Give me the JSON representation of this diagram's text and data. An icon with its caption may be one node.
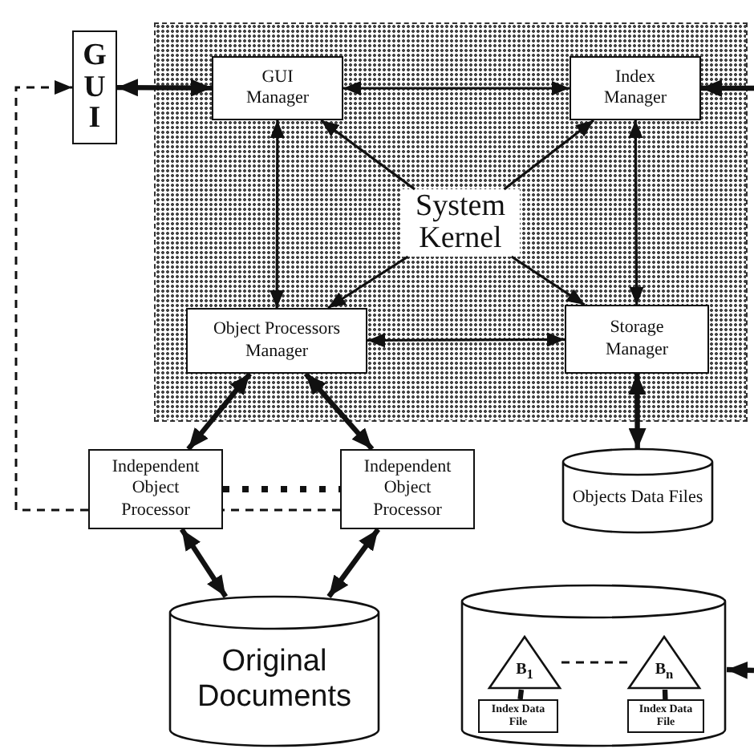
{
  "diagram": {
    "nodes": [
      {
        "text": [],
        "shape": "box"
      },
      {
        "text": [
          "GUI"
        ]
      },
      {
        "text": [
          "GUI Manager"
        ],
        "in": 0
      },
      {
        "text": [
          "Index Manager"
        ],
        "in": 0
      },
      {
        "text": [
          "System Kernel"
        ],
        "in": 0
      },
      {
        "text": [
          "Object Processors Manager"
        ],
        "in": 0
      },
      {
        "text": [
          "Storage Manager"
        ],
        "in": 0
      },
      {
        "text": [
          "Independent Object Processor"
        ]
      },
      {
        "text": [
          "Independent Object Processor"
        ]
      },
      {
        "text": [
          "Objects Data Files"
        ]
      },
      {
        "text": [
          "Original Documents"
        ]
      },
      {
        "text": [],
        "shape": "cylinder"
      },
      {
        "text": [
          "B$_{1}$"
        ],
        "in": 11
      },
      {
        "text": [
          "Index Data File"
        ],
        "in": 11
      },
      {
        "text": [
          "B$_{n}$"
        ],
        "in": 11
      },
      {
        "text": [
          "Index Data File"
        ],
        "in": 11
      }
    ],
    "edges": [
      {
        "from": 1,
        "to": 2,
        "arrow": "both",
        "style": "thick"
      },
      {
        "from": 2,
        "to": 3,
        "arrow": "both"
      },
      {
        "from": 2,
        "to": 5,
        "arrow": "both"
      },
      {
        "from": 3,
        "to": 6,
        "arrow": "both"
      },
      {
        "from": 5,
        "to": 6,
        "arrow": "both"
      },
      {
        "from": 4,
        "to": 2,
        "arrow": "to"
      },
      {
        "from": 4,
        "to": 3,
        "arrow": "to"
      },
      {
        "from": 4,
        "to": 5,
        "arrow": "to"
      },
      {
        "from": 4,
        "to": 6,
        "arrow": "to"
      },
      {
        "from": null,
        "to": 3,
        "arrow": "to",
        "style": "thick"
      },
      {
        "from": 6,
        "to": 9,
        "arrow": "both",
        "style": "thick"
      },
      {
        "from": 5,
        "to": 7,
        "arrow": "both",
        "style": "thick"
      },
      {
        "from": 5,
        "to": 8,
        "arrow": "both",
        "style": "thick"
      },
      {
        "from": 7,
        "to": 10,
        "arrow": "both",
        "style": "thick"
      },
      {
        "from": 8,
        "to": 10,
        "arrow": "both",
        "style": "thick"
      },
      {
        "from": 7,
        "to": 8,
        "arrow": "none",
        "style": "dashed"
      },
      {
        "from": 7,
        "to": 1,
        "arrow": "to",
        "style": "dashed"
      },
      {
        "from": 8,
        "to": 7,
        "arrow": "none",
        "style": "dashed"
      },
      {
        "from": null,
        "to": 11,
        "arrow": "to",
        "style": "thick"
      },
      {
        "from": 12,
        "to": 14,
        "arrow": "none",
        "style": "dashed"
      },
      {
        "from": 12,
        "to": 13,
        "arrow": "none",
        "style": "thick"
      },
      {
        "from": 14,
        "to": 15,
        "arrow": "none",
        "style": "thick"
      }
    ]
  }
}
